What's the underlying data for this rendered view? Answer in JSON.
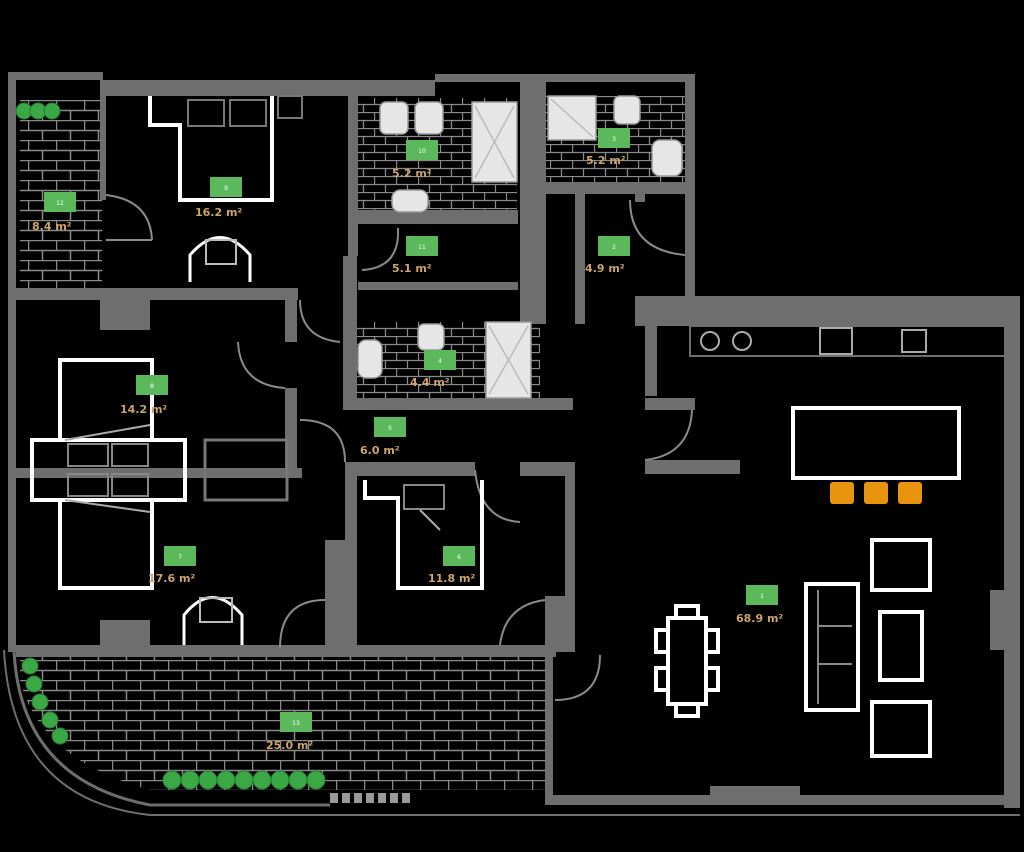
{
  "rooms": [
    {
      "id": "room-1",
      "number": "1",
      "area": "68.9 m²"
    },
    {
      "id": "room-2",
      "number": "2",
      "area": "4.9 m²"
    },
    {
      "id": "room-3",
      "number": "3",
      "area": "5.2 m²"
    },
    {
      "id": "room-4",
      "number": "4",
      "area": "4.4 m²"
    },
    {
      "id": "room-5",
      "number": "5",
      "area": "6.0 m²"
    },
    {
      "id": "room-6",
      "number": "6",
      "area": "11.8 m²"
    },
    {
      "id": "room-7",
      "number": "7",
      "area": "17.6 m²"
    },
    {
      "id": "room-8",
      "number": "8",
      "area": "14.2 m²"
    },
    {
      "id": "room-9",
      "number": "9",
      "area": "16.2 m²"
    },
    {
      "id": "room-10",
      "number": "10",
      "area": "5.2 m²"
    },
    {
      "id": "room-11",
      "number": "11",
      "area": "5.1 m²"
    },
    {
      "id": "room-12",
      "number": "12",
      "area": "8.4 m²"
    },
    {
      "id": "room-13",
      "number": "13",
      "area": "25.0 m²"
    }
  ],
  "colors": {
    "wall": "#6e6e6e",
    "tile": "#8a8a8a",
    "badge": "#5bb85b",
    "area_text": "#caa46a",
    "stool": "#e8940f",
    "plant": "#39a845"
  }
}
